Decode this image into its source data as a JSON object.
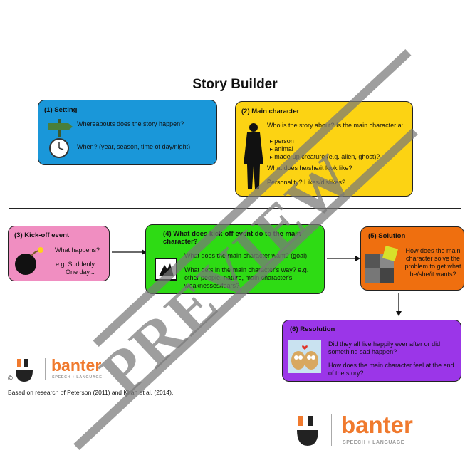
{
  "title": "Story Builder",
  "setting": {
    "heading": "(1) Setting",
    "q1": "Whereabouts does the story happen?",
    "q2": "When? (year, season, time of day/night)"
  },
  "main_character": {
    "heading": "(2) Main character",
    "q1": "Who is the story about?  Is the main character a:",
    "options": [
      "person",
      "animal",
      "made-up creature (e.g. alien, ghost)?"
    ],
    "q2": "What does he/she/it look like?",
    "q3": "Personality? Likes/dislikes?"
  },
  "kickoff": {
    "heading": "(3) Kick-off event",
    "q1": "What happens?",
    "eg1": "e.g. Suddenly...",
    "eg2": "One day..."
  },
  "effect": {
    "heading": "(4) What does kick-off event do to the main character?",
    "q1": "What does the main character want? (goal)",
    "q2": "What gets in the main character's way? e.g. other people, nature, main character's weaknesses/fears?"
  },
  "solution": {
    "heading": "(5) Solution",
    "q1": "How does the main character solve the problem to get what he/she/it wants?"
  },
  "resolution": {
    "heading": "(6) Resolution",
    "q1": "Did they all live happily ever after or did something sad happen?",
    "q2": "How does the main character feel at the end of the story?"
  },
  "watermark": "PREVIEW",
  "copyright_symbol": "©",
  "credit": "Based on research of Peterson (2011) and Khan et al. (2014).",
  "logo_small": {
    "name": "banter",
    "tagline": "SPEECH + LANGUAGE"
  },
  "logo_large": {
    "name": "banter",
    "tagline": "SPEECH + LANGUAGE"
  },
  "colors": {
    "setting": "#1a97d9",
    "main_character": "#fcd313",
    "kickoff": "#f08ec1",
    "effect": "#2edb14",
    "solution": "#ef6f0f",
    "resolution": "#9b36e8",
    "brand_orange": "#f07a2e"
  },
  "icons": [
    "signpost-icon",
    "clock-icon",
    "silhouette-icon",
    "bomb-icon",
    "obstacle-icon",
    "puzzle-icon",
    "owls-icon"
  ]
}
